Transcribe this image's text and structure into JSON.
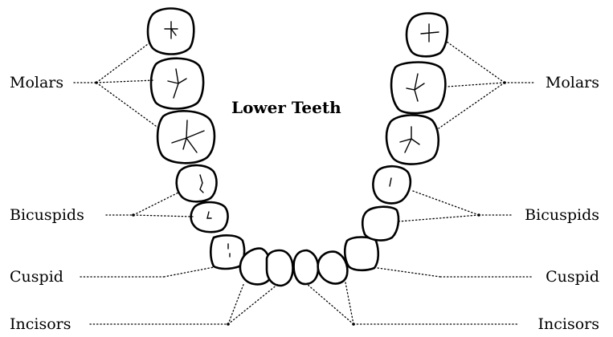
{
  "diagram": {
    "title": "Lower Teeth",
    "labels": {
      "molars_left": "Molars",
      "molars_right": "Molars",
      "bicuspids_left": "Bicuspids",
      "bicuspids_right": "Bicuspids",
      "cuspid_left": "Cuspid",
      "cuspid_right": "Cuspid",
      "incisors_left": "Incisors",
      "incisors_right": "Incisors"
    }
  }
}
